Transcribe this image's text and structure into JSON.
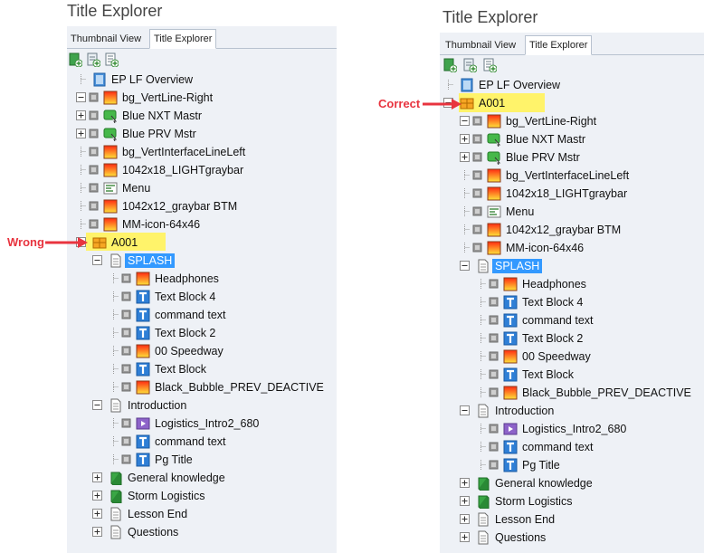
{
  "left": {
    "title": "Title Explorer",
    "tabs": [
      "Thumbnail View",
      "Title Explorer"
    ],
    "annotation": "Wrong",
    "nodes": [
      {
        "depth": 0,
        "toggle": "line",
        "icon": "project",
        "label": "EP LF Overview"
      },
      {
        "depth": 0,
        "toggle": "minus",
        "icon": "image",
        "label": "bg_VertLine-Right"
      },
      {
        "depth": 0,
        "toggle": "plus",
        "icon": "button",
        "label": "Blue NXT Mastr"
      },
      {
        "depth": 0,
        "toggle": "plus",
        "icon": "button",
        "label": "Blue PRV Mstr"
      },
      {
        "depth": 0,
        "toggle": "line",
        "icon": "image",
        "label": "bg_VertInterfaceLineLeft"
      },
      {
        "depth": 0,
        "toggle": "line",
        "icon": "image",
        "label": "1042x18_LIGHTgraybar"
      },
      {
        "depth": 0,
        "toggle": "line",
        "icon": "menu",
        "label": "Menu"
      },
      {
        "depth": 0,
        "toggle": "line",
        "icon": "image",
        "label": "1042x12_graybar BTM"
      },
      {
        "depth": 0,
        "toggle": "line",
        "icon": "image",
        "label": "MM-icon-64x46"
      },
      {
        "depth": 0,
        "toggle": "minus",
        "icon": "chapter",
        "label": "A001"
      },
      {
        "depth": 1,
        "toggle": "minus",
        "icon": "page",
        "label": "SPLASH"
      },
      {
        "depth": 2,
        "toggle": "line",
        "icon": "image",
        "label": "Headphones"
      },
      {
        "depth": 2,
        "toggle": "line",
        "icon": "text",
        "label": "Text Block 4"
      },
      {
        "depth": 2,
        "toggle": "line",
        "icon": "text",
        "label": "command text"
      },
      {
        "depth": 2,
        "toggle": "line",
        "icon": "text",
        "label": "Text Block 2"
      },
      {
        "depth": 2,
        "toggle": "line",
        "icon": "image",
        "label": "00 Speedway"
      },
      {
        "depth": 2,
        "toggle": "line",
        "icon": "text",
        "label": "Text Block"
      },
      {
        "depth": 2,
        "toggle": "line",
        "icon": "image",
        "label": "Black_Bubble_PREV_DEACTIVE"
      },
      {
        "depth": 1,
        "toggle": "minus",
        "icon": "page",
        "label": "Introduction"
      },
      {
        "depth": 2,
        "toggle": "line",
        "icon": "video",
        "label": "Logistics_Intro2_680"
      },
      {
        "depth": 2,
        "toggle": "line",
        "icon": "text",
        "label": "command text"
      },
      {
        "depth": 2,
        "toggle": "line",
        "icon": "text",
        "label": "Pg Title"
      },
      {
        "depth": 1,
        "toggle": "plus",
        "icon": "book",
        "label": "General knowledge"
      },
      {
        "depth": 1,
        "toggle": "plus",
        "icon": "book",
        "label": "Storm Logistics"
      },
      {
        "depth": 1,
        "toggle": "plus",
        "icon": "page",
        "label": "Lesson End"
      },
      {
        "depth": 1,
        "toggle": "plus",
        "icon": "page",
        "label": "Questions"
      }
    ]
  },
  "right": {
    "title": "Title Explorer",
    "tabs": [
      "Thumbnail View",
      "Title Explorer"
    ],
    "annotation": "Correct",
    "nodes": [
      {
        "depth": 0,
        "toggle": "line",
        "icon": "project",
        "label": "EP LF Overview"
      },
      {
        "depth": 0,
        "toggle": "minus",
        "icon": "chapter",
        "label": "A001"
      },
      {
        "depth": 1,
        "toggle": "minus",
        "icon": "image",
        "label": "bg_VertLine-Right"
      },
      {
        "depth": 1,
        "toggle": "plus",
        "icon": "button",
        "label": "Blue NXT Mastr"
      },
      {
        "depth": 1,
        "toggle": "plus",
        "icon": "button",
        "label": "Blue PRV Mstr"
      },
      {
        "depth": 1,
        "toggle": "line",
        "icon": "image",
        "label": "bg_VertInterfaceLineLeft"
      },
      {
        "depth": 1,
        "toggle": "line",
        "icon": "image",
        "label": "1042x18_LIGHTgraybar"
      },
      {
        "depth": 1,
        "toggle": "line",
        "icon": "menu",
        "label": "Menu"
      },
      {
        "depth": 1,
        "toggle": "line",
        "icon": "image",
        "label": "1042x12_graybar BTM"
      },
      {
        "depth": 1,
        "toggle": "line",
        "icon": "image",
        "label": "MM-icon-64x46"
      },
      {
        "depth": 1,
        "toggle": "minus",
        "icon": "page",
        "label": "SPLASH"
      },
      {
        "depth": 2,
        "toggle": "line",
        "icon": "image",
        "label": "Headphones"
      },
      {
        "depth": 2,
        "toggle": "line",
        "icon": "text",
        "label": "Text Block 4"
      },
      {
        "depth": 2,
        "toggle": "line",
        "icon": "text",
        "label": "command text"
      },
      {
        "depth": 2,
        "toggle": "line",
        "icon": "text",
        "label": "Text Block 2"
      },
      {
        "depth": 2,
        "toggle": "line",
        "icon": "image",
        "label": "00 Speedway"
      },
      {
        "depth": 2,
        "toggle": "line",
        "icon": "text",
        "label": "Text Block"
      },
      {
        "depth": 2,
        "toggle": "line",
        "icon": "image",
        "label": "Black_Bubble_PREV_DEACTIVE"
      },
      {
        "depth": 1,
        "toggle": "minus",
        "icon": "page",
        "label": "Introduction"
      },
      {
        "depth": 2,
        "toggle": "line",
        "icon": "video",
        "label": "Logistics_Intro2_680"
      },
      {
        "depth": 2,
        "toggle": "line",
        "icon": "text",
        "label": "command text"
      },
      {
        "depth": 2,
        "toggle": "line",
        "icon": "text",
        "label": "Pg Title"
      },
      {
        "depth": 1,
        "toggle": "plus",
        "icon": "book",
        "label": "General knowledge"
      },
      {
        "depth": 1,
        "toggle": "plus",
        "icon": "book",
        "label": "Storm Logistics"
      },
      {
        "depth": 1,
        "toggle": "plus",
        "icon": "page",
        "label": "Lesson End"
      },
      {
        "depth": 1,
        "toggle": "plus",
        "icon": "page",
        "label": "Questions"
      }
    ]
  },
  "colors": {
    "annotation": "#e8343f",
    "highlight": "#fff36a",
    "selection": "#3399ff",
    "panel": "#eef1f6"
  }
}
